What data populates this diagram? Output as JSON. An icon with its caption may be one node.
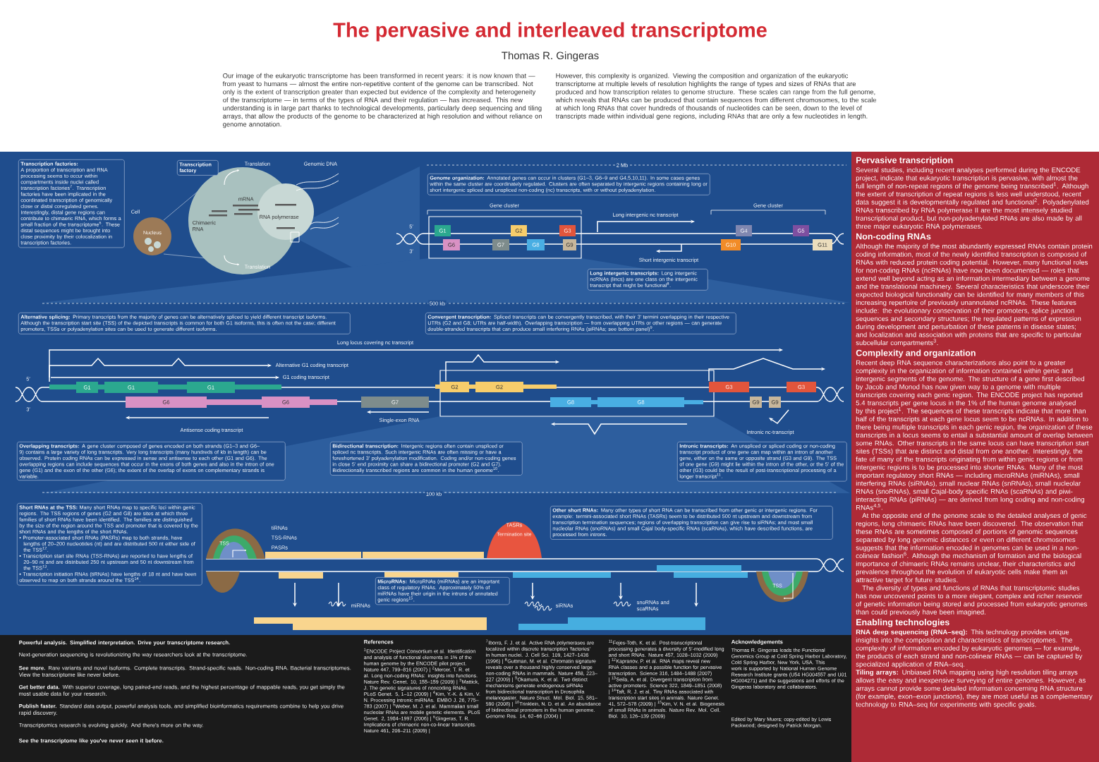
{
  "diagram": {
    "title": "The pervasive and interleaved transcriptome",
    "nodes": [
      {
        "text": [
          "Transcription factories:",
          "A proportion of transcription and RNA processing seems to occur within compartments inside nuclei called transcription factories$^{7}$. Transcription factories have been implicated in the coordinated transcription of genomically close or distal coregulated genes. Interestingly, distal gene regions can contribute to chimaeric RNA, which forms a small fraction of the transcriptome$^{6}$. These distal sequences might be brought into close proximity by their colocalization in transcription factories."
        ]
      },
      {
        "text": [
          "Transcription factory"
        ]
      },
      {
        "text": [
          "Nucleus"
        ],
        "beside": [
          "Cell"
        ]
      },
      {
        "text": [
          "**Genome organization:** Annotated genes can occur in clusters (G1–3, G6–9 and G4,5,10,11). In some cases genes within the same cluster are coordinately regulated. Clusters are often separated by intergenic regions containing long or short intergenic spliced and unspliced non-coding (nc) transcripts, with or without polyadenylation."
        ]
      },
      {
        "text": [
          "G1"
        ]
      },
      {
        "text": [
          "G2"
        ]
      },
      {
        "text": [
          "G3"
        ]
      },
      {
        "text": [
          "G4"
        ]
      },
      {
        "text": [
          "G5"
        ]
      },
      {
        "text": [
          "G6"
        ]
      },
      {
        "text": [
          "G7"
        ]
      },
      {
        "text": [
          "G8"
        ]
      },
      {
        "text": [
          "G9"
        ]
      },
      {
        "text": [
          "G10"
        ]
      },
      {
        "text": [
          "G11"
        ]
      },
      {
        "text": [
          "**Long intergenic transcripts:** Long intergenic ncRNAs (lincs) are one class on the intergenic transcript that might be functional$^{8}$."
        ]
      },
      {
        "text": [
          "**Alternative splicing:** Primary transcripts from the majority of genes can be alternatively spliced to yield different transcript isoforms. Although the transcription start site (TSS) of the depicted transcripts is common for both G1 isoforms, this is often not the case; different promoters, TSSs or polyadenylation sites can be used to generate different isoforms."
        ]
      },
      {
        "text": [
          "**Convergent transcription:** Spliced transcripts can be convergently transcribed, with their 3′ termini overlapping in their respective UTRs (G2 and G8; UTRs are half-width). Overlapping transcription — from overlapping UTRs or other regions — can generate double-stranded transcripts that can produce small interfering RNAs (siRNAs; see bottom panel)$^{9}$."
        ]
      },
      {
        "text": [
          "G1"
        ]
      },
      {
        "text": [
          "G1"
        ]
      },
      {
        "text": [
          "G1"
        ]
      },
      {
        "text": [
          "G2"
        ]
      },
      {
        "text": [
          "G2"
        ]
      },
      {
        "text": [
          "G3"
        ]
      },
      {
        "text": [
          "G3"
        ]
      },
      {
        "text": [
          "G6"
        ]
      },
      {
        "text": [
          "G6"
        ]
      },
      {
        "text": [
          "G7"
        ]
      },
      {
        "text": [
          "G8"
        ]
      },
      {
        "text": [
          "G8"
        ]
      },
      {
        "text": [
          "G9"
        ]
      },
      {
        "text": [
          "G9"
        ]
      },
      {
        "text": [
          "**Overlapping transcripts:** A gene cluster composed of genes encoded on both strands (G1–3 and G6–9) contains a large variety of long transcripts. Very long transcripts (many hundreds of kb in length) can be observed. Protein coding RNAs can be expressed in sense and antisense to each other (G1 and G6). The overlapping regions can include sequences that occur in the exons of both genes and also in the intron of one gene (G1) and the exon of the other (G6); the extent of the overlap of exons on complementary strands is variable."
        ]
      },
      {
        "text": [
          "**Bidirectional transcription:** Intergenic regions often contain unspliced or spliced nc transcripts. Such intergenic RNAs are often missing or have a foreshortened 3′ polyadenylation modification. Coding and/or non-coding genes in close 5′ end proximity can share a bidirectional promoter (G2 and G7). Bidirectionally transcribed regions are common in the human genome$^{10}$."
        ]
      },
      {
        "text": [
          "**Intronic transcripts:** An unspliced or spliced coding or non-coding transcript product of one gene can map within an intron of another gene, either on the same or opposite strand (G3 and G9). The TSS of one gene (G9) might lie within the intron of the other, or the 5′ of the other (G3) could be the result of post-transcriptional processing of a longer transcript$^{11}$."
        ]
      },
      {
        "text": [
          "**Short RNAs at the TSS:** Many short RNAs map to specific loci within genic regions. The TSS regions of genes (G2 and G8) are sites at which three families of short RNAs have been identified. The families are distinguished by the size of the region around the TSS and promoter that is covered by the short RNAs and the lengths of the short RNAs.",
          "• Promoter-associated short RNAs (PASRs) map to both strands, have lengths of 20–200 nucleotides (nt) and are distributed 500 nt either side of the TSS$^{12}$.",
          "• Transcription start site RNAs (TSS-RNAs) are reported to have lengths of 20–90 nt and are distributed 250 nt upstream and 50 nt downstream from the TSS$^{13}$.",
          "• Transcription initiation RNAs (tiRNAs) have lengths of 18 nt and have been observed to map on both strands around the TSS$^{14}$."
        ]
      },
      {
        "text": [
          "**Other short RNAs:** Many other types of short RNA can be transcribed from other genic or intergenic regions. For example: termini-associated short RNAs (TASRs) seem to be distributed 500 nt upstream and downstream from transcription termination sequences; regions of overlapping transcription can give rise to siRNAs; and most small nucleolar RNAs (snoRNAs) and small Cajal body-specific RNAs (scaRNAs), which have described functions, are processed from introns."
        ]
      },
      {
        "text": [
          "**MicroRNAs:** MicroRNAs (miRNAs) are an important class of regulatory RNAs. Approximately 50% of miRNAs have their origin in the introns of annotated genic regions$^{15}$."
        ]
      },
      {
        "text": [
          "Pervasive transcription",
          "Several studies, including recent analyses performed during the ENCODE project, indicate that eukaryotic transcription is pervasive, with almost the full length of non-repeat regions of the genome being transcribed$^{1}$. Although the extent of transcription of repeat regions is less well understood, recent data suggest it is developmentally regulated and functional$^{2}$. Polyadenylated RNAs transcribed by RNA polymerase II are the most intensely studied transcriptional product, but non-polyadenylated RNAs are also made by all three major eukaryotic RNA polymerases.",
          "Non-coding RNAs",
          "Although the majority of the most abundantly expressed RNAs contain protein coding information, most of the newly identified transcription is composed of RNAs with reduced protein coding potential. However, many functional roles for non-coding RNAs (ncRNAs) have now been documented — roles that extend well beyond acting as an information intermediary between a genome and the translational machinery. Several characteristics that underscore their expected biological functionality can be identified for many members of this increasing repertoire of previously unannotated ncRNAs. These features include: the evolutionary conservation of their promoters, splice junction sequences and secondary structures; the regulated patterns of expression during development and perturbation of these patterns in disease states; and localization and association with proteins that are specific to particular subcellular compartments$^{3}$.",
          "Complexity and organization",
          "Recent deep RNA sequence characterizations also point to a greater complexity in the organization of information contained within genic and intergenic segments of the genome. The structure of a gene first described by Jacob and Monod has now given way to a genome with multiple transcripts covering each genic region. The ENCODE project has reported 5.4 transcripts per gene locus in the 1% of the human genome analysed by this project$^{1}$. The sequences of these transcripts indicate that more than half of the transcripts at each gene locus seem to be ncRNAs. In addition to there being multiple transcripts in each genic region, the organization of these transcripts in a locus seems to entail a substantial amount of overlap between some RNAs. Other transcripts in the same locus can have transcription start sites (TSSs) that are distinct and distal from one another. Interestingly, the fate of many of the transcripts originating from within genic regions or from intergenic regions is to be processed into shorter RNAs. Many of the most important regulatory short RNAs — including microRNAs (miRNAs), small interfering RNAs (siRNAs), small nuclear RNAs (snRNAs), small nucleolar RNAs (snoRNAs), small Cajal-body specific RNAs (scaRNAs) and piwi-interacting RNAs (piRNAs) — are derived from long coding and non-coding RNAs$^{4,5}$.",
          "At the opposite end of the genome scale to the detailed analyses of genic regions, long chimaeric RNAs have been discovered. The observation that these RNAs are sometimes composed of portions of genomic sequences separated by long genomic distances or even on different chromosomes suggests that the information encoded in genomes can be used in a non-colinear fashion$^{6}$. Although the mechanism of formation and the biological importance of chimaeric RNAs remains unclear, their characteristics and prevalence throughout the evolution of eukaryotic cells make them an attractive target for future studies.",
          "The diversity of types and functions of RNAs that transcriptomic studies has now uncovered points to a more elegant, complex and richer reservoir of genetic information being stored and processed from eukaryotic genomes than could previously have been imagined.",
          "Enabling technologies",
          "**RNA deep sequencing (RNA–seq):** This technology provides unique insights into the composition and characteristics of transcriptomes. The complexity of information encoded by eukaryotic genomes — for example, the products of each strand and non-colinear RNAs — can be captured by specialized application of RNA–seq.",
          "**Tiling arrays:** Unbiased RNA mapping using high resolution tiling arrays allows the easy and inexpensive surveying of entire genomes. However, as arrays cannot provide some detailed information concerning RNA structure (for example, exon–exon junctions), they are most useful as a complementary technology to RNA–seq for experiments with specific goals."
        ]
      }
    ],
    "labels": [
      "Thomas R. Gingeras",
      "Our image of the eukaryotic transcriptome has been transformed in recent years: it is now known that — from yeast to humans — almost the entire non-repetitive content of the genome can be transcribed. Not only is the extent of transcription greater than expected but evidence of the complexity and heterogeneity of the transcriptome — in terms of the types of RNA and their regulation — has increased. This new understanding is in large part thanks to technological developments, particularly deep sequencing and tiling arrays, that allow the products of the genome to be characterized at high resolution and without reliance on genome annotation.",
      "However, this complexity is organized. Viewing the composition and organization of the eukaryotic transcriptome at multiple levels of resolution highlights the range of types and sizes of RNAs that are produced and how transcription relates to genome structure. These scales can range from the full genome, which reveals that RNAs can be produced that contain sequences from different chromosomes, to the scale at which long RNAs that cover hundreds of thousands of nucleotides can be seen, down to the level of transcripts made within individual gene regions, including RNAs that are only a few nucleotides in length.",
      "Translation",
      "Genomic DNA",
      "mRNA",
      "Chimaeric RNA",
      "RNA polymerase",
      "Translation",
      "2 Mb",
      "Gene cluster",
      "Gene cluster",
      "Long intergenic nc transcript",
      "5′",
      "3′",
      "Short intergenic transcript",
      "500 kb",
      "Long locus covering nc transcript",
      "Alternative G1 coding transcript",
      "5′",
      "G1 coding transcript",
      "3′",
      "Single-exon RNA",
      "Antisense coding transcript",
      "Intronic nc-transcript",
      "100 kb",
      "tiRNAs",
      "TASRs",
      "TSS-RNAs",
      "Termination site",
      "TSS",
      "PASRs",
      "TSS",
      "miRNAs",
      "siRNAs",
      "snoRNAs and scaRNAs",
      "Powerful analysis. Simplified interpretation. Drive your transcriptome research.",
      "Next-generation sequencing is revolutionizing the way researchers look at the transcriptome.",
      "**See more.** Rare variants and novel isoforms. Complete transcripts. Strand-specific reads. Non-coding RNA. Bacterial transcriptomes. View the transcriptome like never before.",
      "**Get better data.** With superior coverage, long paired-end reads, and the highest percentage of mappable reads, you get simply the most usable data for your research.",
      "**Publish faster.** Standard data output, powerful analysis tools, and simplified bioinformatics requirements combine to help you drive rapid discovery.",
      "Transcriptomics research is evolving quickly. And there's more on the way.",
      "See the transcriptome like you've never seen it before.",
      "References",
      "$^{1}$ENCODE Project Consortium et al. Identification and analysis of functional elements in 1% of the human genome by the ENCODE pilot project. Nature 447, 799–816 (2007) | $^{2}$Mercer, T. R. et al. Long non-coding RNAs: insights into functions. Nature Rev. Genet. 10, 155–159 (2009) | $^{3}$Mattick, J. The genetic signatures of noncoding RNAs. PLoS Genet. 5, 1–12 (2009) | $^{4}$Kim, Y.-K. & Kim, V. N. Processing intronic miRNAs. EMBO J. 26, 775–783 (2007) | $^{5}$Weber, M. J. et al. Mammalian small nucleolar RNAs are mobile genetic elements. PLoS Genet. 2, 1984–1997 (2006) | $^{6}$Gingeras, T. R. Implications of chimaeric non-co-linear transcripts. Nature 461, 206–211 (2009) |",
      "$^{7}$Iborra, F. J. et al. Active RNA polymerases are localized within discrete transcription 'factories' in human nuclei. J. Cell Sci. 109, 1427–1436 (1996) | $^{8}$Guttman, M. et al. Chromatin signature reveals over a thousand highly conserved large non-coding RNAs in mammals. Nature 458, 223–227 (2009) | $^{9}$Okamura, K. et al. Two distinct mechanisms generate endogenous siRNAs from bidirectional transcription in Drosophila melanogaster. Nature Struct. Mol. Biol. 15, 581–590 (2008) | $^{10}$Trinklein, N. D. et al. An abundance of bidirectional promoters in the human genome. Genome Res. 14, 62–66 (2004) |",
      "$^{11}$Fejes-Toth, K. et al. Post-transcriptional processing generates a diversity of 5′-modified long and short RNAs. Nature 457, 1028–1032 (2009) | $^{12}$Kapranov, P. et al. RNA maps reveal new RNA classes and a possible function for pervasive transcription. Science 316, 1484–1488 (2007) | $^{13}$Seila, A. et al. Divergent transcription from active promoters. Science 322, 1849–1851 (2008) | $^{14}$Taft, R. J. et al. Tiny RNAs associated with transcription start sites in animals. Nature Genet. 41, 572–578 (2009) | $^{15}$Kim, V. N. et al. Biogenesis of small RNAs in animals. Nature Rev. Mol. Cell. Biol. 10, 126–139 (2009)",
      "Acknowledgements",
      "Thomas R. Gingeras leads the Functional Genomics Group at Cold Spring Harbor Laboratory, Cold Spring Harbor, New York, USA. This work is supported by National Human Genome Research Institute grants (U54 HG004557 and U01 HG004271) and the suggestions and efforts of the Gingeras laboratory and collaborators.",
      "Edited by Mary Muers; copy-edited by Lewis Packwood; designed by Patrick Morgan."
    ]
  }
}
